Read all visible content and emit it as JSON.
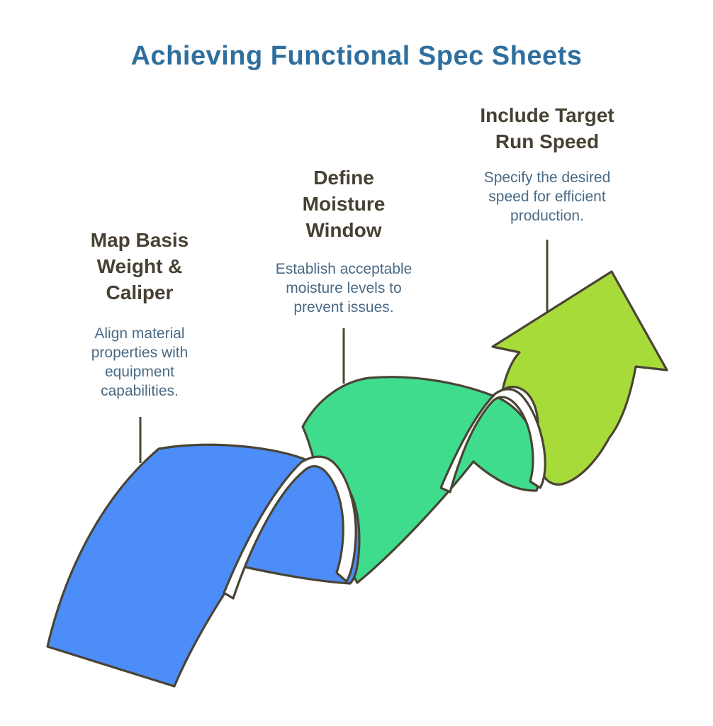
{
  "title": {
    "text": "Achieving Functional Spec Sheets"
  },
  "steps": [
    {
      "name": "map-basis-weight-and-caliper",
      "heading_lines": [
        "Map Basis",
        "Weight &",
        "Caliper"
      ],
      "body_lines": [
        "Align material",
        "properties with",
        "equipment",
        "capabilities."
      ]
    },
    {
      "name": "define-moisture-window",
      "heading_lines": [
        "Define",
        "Moisture",
        "Window"
      ],
      "body_lines": [
        "Establish acceptable",
        "moisture levels to",
        "prevent issues."
      ]
    },
    {
      "name": "include-target-run-speed",
      "heading_lines": [
        "Include Target",
        "Run Speed"
      ],
      "body_lines": [
        "Specify the desired",
        "speed for efficient",
        "production."
      ]
    }
  ],
  "colors": {
    "title": "#2F6F9E",
    "heading": "#474033",
    "body": "#4A6A85",
    "wave_blue": "#4C8DF8",
    "wave_green": "#3FDC8E",
    "wave_lime": "#A7DB3A",
    "outline": "#4A4435",
    "arch_fill": "#FFFFFF",
    "bg": "#FFFFFF"
  }
}
